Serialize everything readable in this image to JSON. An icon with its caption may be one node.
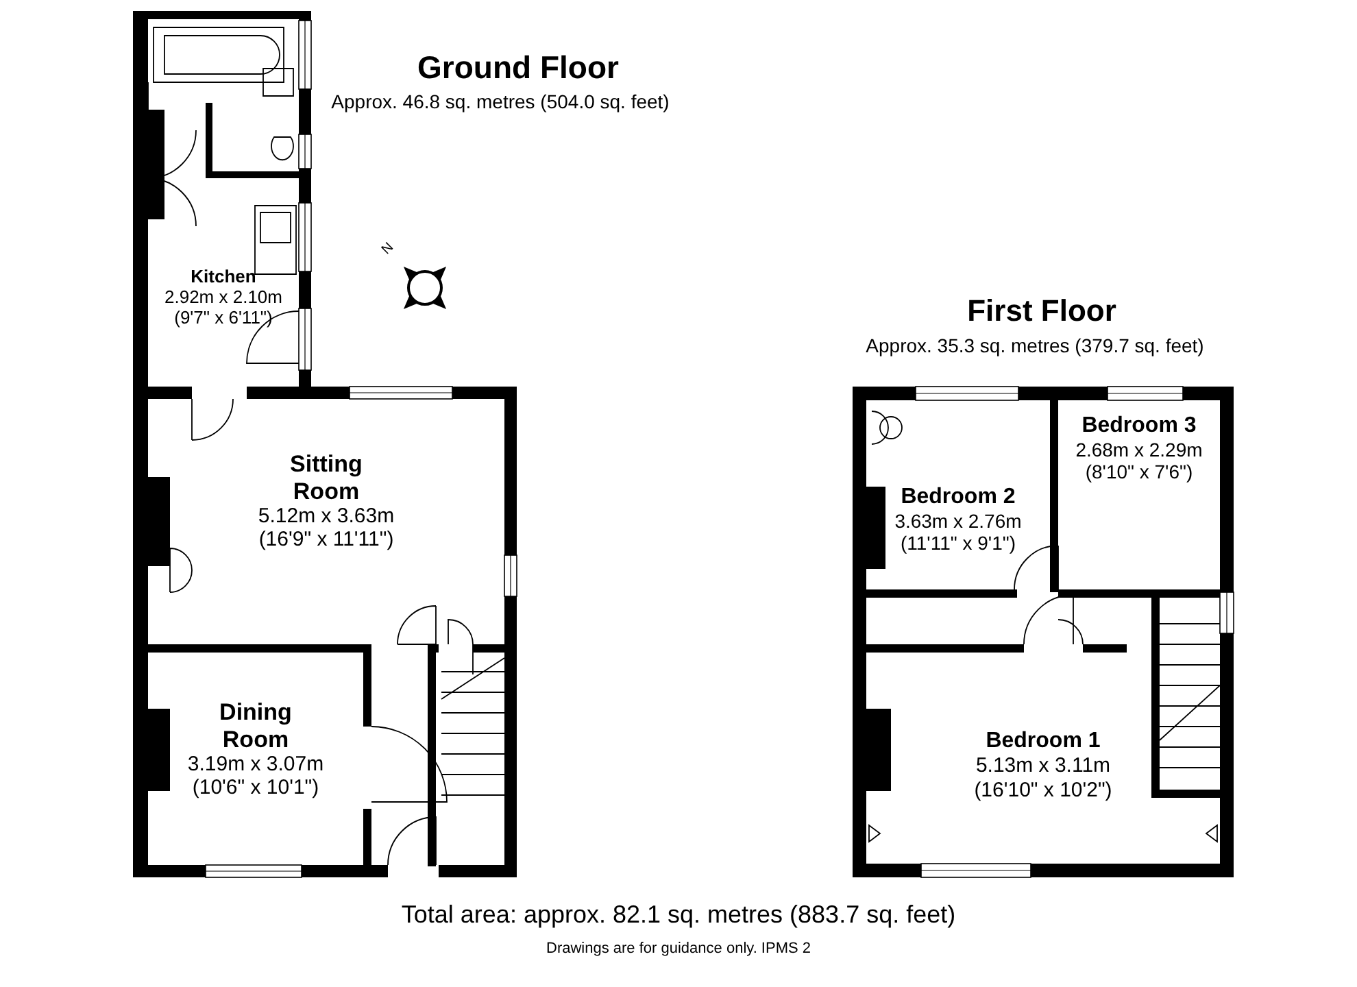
{
  "diagram": {
    "nodes": [
      {
        "text": [
          "Kitchen",
          "2.92m x 2.10m",
          "(9'7\" x 6'11\")"
        ]
      },
      {
        "text": [
          "Sitting Room",
          "5.12m x 3.63m",
          "(16'9\" x 11'11\")"
        ]
      },
      {
        "text": [
          "Dining Room",
          "3.19m x 3.07m",
          "(10'6\" x 10'1\")"
        ]
      },
      {
        "text": [
          "Bedroom 2",
          "3.63m x 2.76m",
          "(11'11\" x 9'1\")"
        ]
      },
      {
        "text": [
          "Bedroom 3",
          "2.68m x 2.29m",
          "(8'10\" x 7'6\")"
        ]
      },
      {
        "text": [
          "Bedroom 1",
          "5.13m x 3.11m",
          "(16'10\" x 10'2\")"
        ]
      }
    ],
    "edges": [],
    "labels": [
      "Ground Floor",
      "Approx. 46.8 sq. metres (504.0 sq. feet)",
      "N",
      "First Floor",
      "Approx. 35.3 sq. metres (379.7 sq. feet)",
      "Total area: approx. 82.1 sq. metres (883.7 sq. feet)",
      "Drawings are for guidance only. IPMS 2"
    ]
  }
}
